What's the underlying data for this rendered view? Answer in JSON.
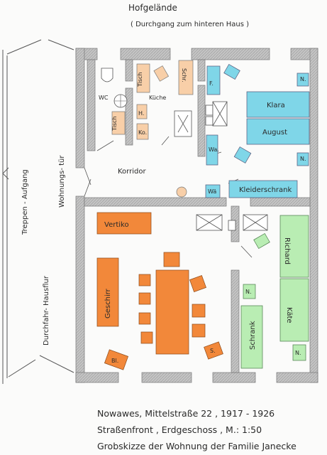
{
  "header": {
    "title": "Hofgelände",
    "subtitle": "( Durchgang zum hinteren Haus )"
  },
  "side_labels": {
    "stairs": "Treppen - Aufgang",
    "door": "Wohnungs- tür",
    "passage": "Durchfahr- Hausflur"
  },
  "rooms": {
    "wc": "WC",
    "kitchen": "Küche",
    "corridor": "Korridor"
  },
  "furniture": {
    "tisch_top": "Tisch",
    "schr": "Schr.",
    "tisch_small": "Tisch",
    "h": "H.",
    "ko": "Ko.",
    "f": "F.",
    "n_top": "N.",
    "n_mid": "N.",
    "klara": "Klara",
    "august": "August",
    "wa_bed": "Wa.",
    "wa_bottom": "Wä",
    "kleiderschrank": "Kleiderschrank",
    "vertiko": "Vertiko",
    "geschirr": "Geschirr",
    "bl": "Bl.",
    "s": "S.",
    "richard": "Richard",
    "kaete": "Käte",
    "schrank": "Schrank",
    "n_left": "N.",
    "n_right": "N."
  },
  "footer": {
    "line1": "Nowawes, Mittelstraße 22 , 1917 - 1926",
    "line2": "Straßenfront , Erdgeschoss , M.: 1:50",
    "line3": "Grobskizze der Wohnung der Familie Janecke"
  },
  "colors": {
    "wall": "#b8b8b8",
    "kitchen": "#f8cfa8",
    "blue": "#7fd6e8",
    "orange": "#f2883a",
    "green": "#b9edb3"
  }
}
